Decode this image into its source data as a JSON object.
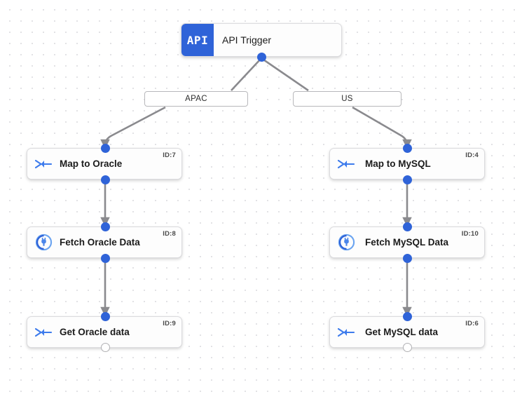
{
  "canvas": {
    "background": "#ffffff",
    "grid_dot_color": "#e2e2e5",
    "edge_color": "#8a8a8e",
    "accent": "#2f63d8"
  },
  "trigger": {
    "badge": "API",
    "title": "API Trigger",
    "badge_color": "#2f63d8"
  },
  "branches": [
    {
      "label": "APAC"
    },
    {
      "label": "US"
    }
  ],
  "nodes": [
    {
      "id_label": "ID:7",
      "label": "Map to Oracle",
      "icon": "merge-arrows-icon",
      "column": "left"
    },
    {
      "id_label": "ID:8",
      "label": "Fetch Oracle Data",
      "icon": "database-plug-icon",
      "column": "left"
    },
    {
      "id_label": "ID:9",
      "label": "Get Oracle data",
      "icon": "merge-arrows-icon",
      "column": "left"
    },
    {
      "id_label": "ID:4",
      "label": "Map to MySQL",
      "icon": "merge-arrows-icon",
      "column": "right"
    },
    {
      "id_label": "ID:10",
      "label": "Fetch MySQL Data",
      "icon": "database-plug-icon",
      "column": "right"
    },
    {
      "id_label": "ID:6",
      "label": "Get MySQL data",
      "icon": "merge-arrows-icon",
      "column": "right"
    }
  ]
}
